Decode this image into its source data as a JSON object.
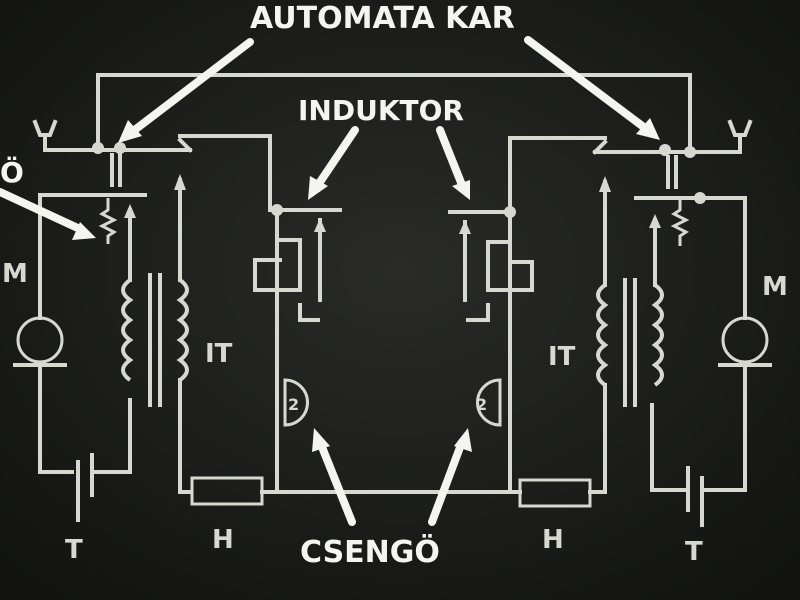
{
  "labels": {
    "automata_kar": "AUTOMATA KAR",
    "induktor": "INDUKTOR",
    "csengo": "CSENGÖ",
    "left_edge": "Ö",
    "m_left": "M",
    "m_right": "M",
    "it_left": "IT",
    "it_right": "IT",
    "t_left": "T",
    "t_right": "T",
    "h_left": "H",
    "h_right": "H",
    "bell_left": "2",
    "bell_right": "2"
  },
  "colors": {
    "background": "#1f201e",
    "chalk": "#d7d8d0",
    "label": "#f4f5ef"
  }
}
